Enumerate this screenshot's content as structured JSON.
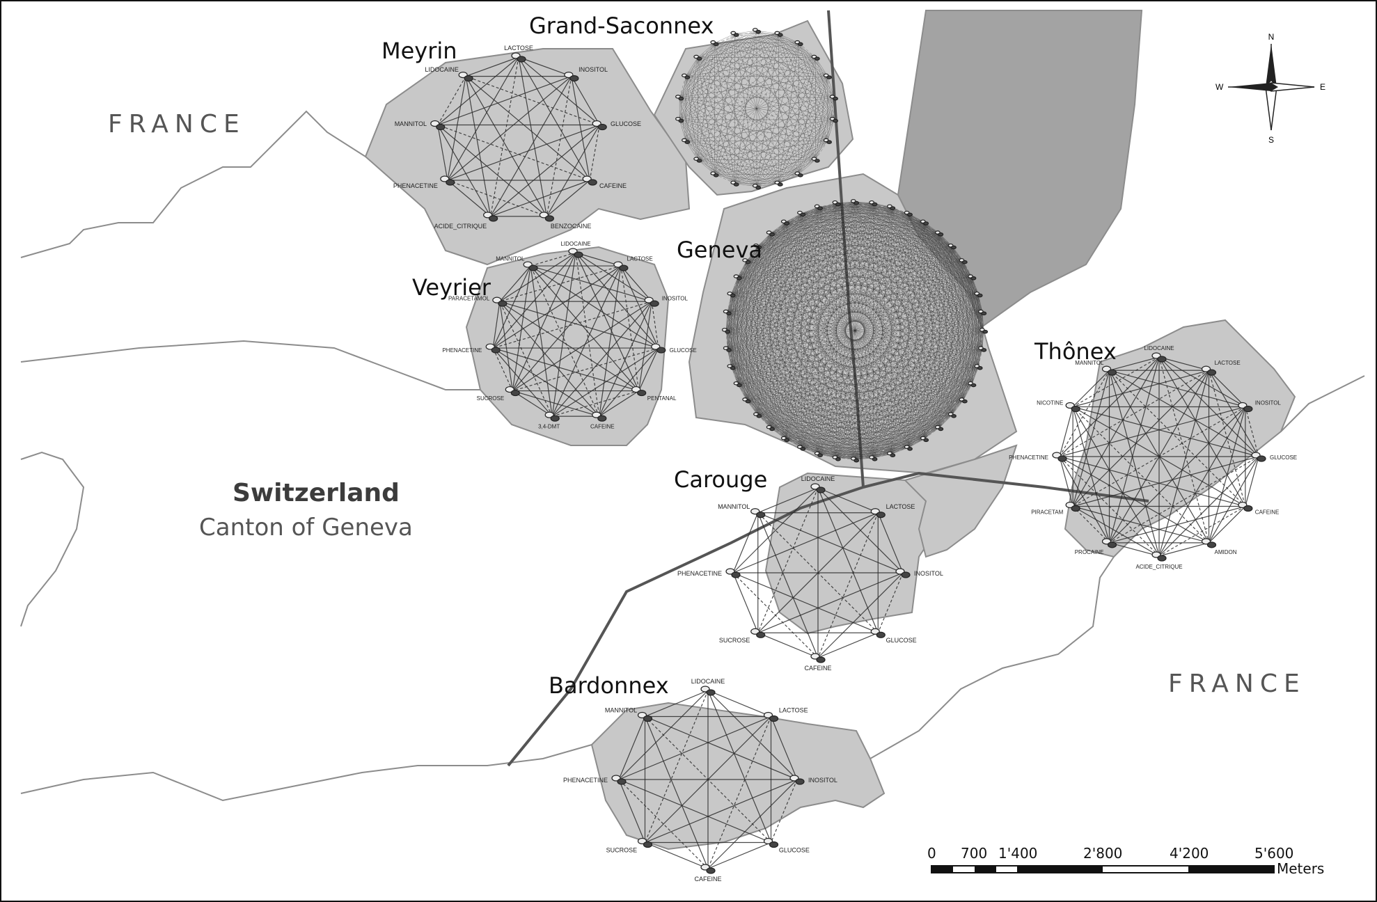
{
  "map": {
    "countries": {
      "west": "FRANCE",
      "east": "FRANCE"
    },
    "region": {
      "title": "Switzerland",
      "subtitle": "Canton of Geneva"
    },
    "compass": {
      "n": "N",
      "s": "S",
      "e": "E",
      "w": "W"
    },
    "scale_bar": {
      "ticks": [
        "0",
        "700",
        "1'400",
        "2'800",
        "4'200",
        "5'600"
      ],
      "unit": "Meters"
    },
    "colors": {
      "municipality_fill": "#c8c8c8",
      "lake_fill": "#a3a3a3",
      "border": "#8c8c8c",
      "network_edge": "#2a2a2a",
      "road": "#555555"
    },
    "networks": [
      {
        "place": "Meyrin",
        "nodes": [
          "LACTOSE",
          "INOSITOL",
          "GLUCOSE",
          "CAFEINE",
          "BENZOCAINE",
          "ACIDE_CITRIQUE",
          "PHENACETINE",
          "MANNITOL",
          "LIDOCAINE"
        ]
      },
      {
        "place": "Grand-Saconnex",
        "nodes": []
      },
      {
        "place": "Veyrier",
        "nodes": [
          "LIDOCAINE",
          "LACTOSE",
          "INOSITOL",
          "GLUCOSE",
          "PENTANAL",
          "CAFEINE",
          "3,4-DMT",
          "SUCROSE",
          "PHENACETINE",
          "PARACETAMOL",
          "MANNITOL"
        ]
      },
      {
        "place": "Geneva",
        "nodes": []
      },
      {
        "place": "Carouge",
        "nodes": [
          "LIDOCAINE",
          "LACTOSE",
          "INOSITOL",
          "GLUCOSE",
          "CAFEINE",
          "SUCROSE",
          "PHENACETINE",
          "MANNITOL"
        ]
      },
      {
        "place": "Thônex",
        "nodes": [
          "LIDOCAINE",
          "LACTOSE",
          "INOSITOL",
          "GLUCOSE",
          "CAFEINE",
          "AMIDON",
          "ACIDE_CITRIQUE",
          "PROCAINE",
          "PIRACETAM",
          "PHENACETINE",
          "NICOTINE",
          "MANNITOL"
        ]
      },
      {
        "place": "Bardonnex",
        "nodes": [
          "LIDOCAINE",
          "LACTOSE",
          "INOSITOL",
          "GLUCOSE",
          "CAFEINE",
          "SUCROSE",
          "PHENACETINE",
          "MANNITOL"
        ]
      }
    ]
  }
}
